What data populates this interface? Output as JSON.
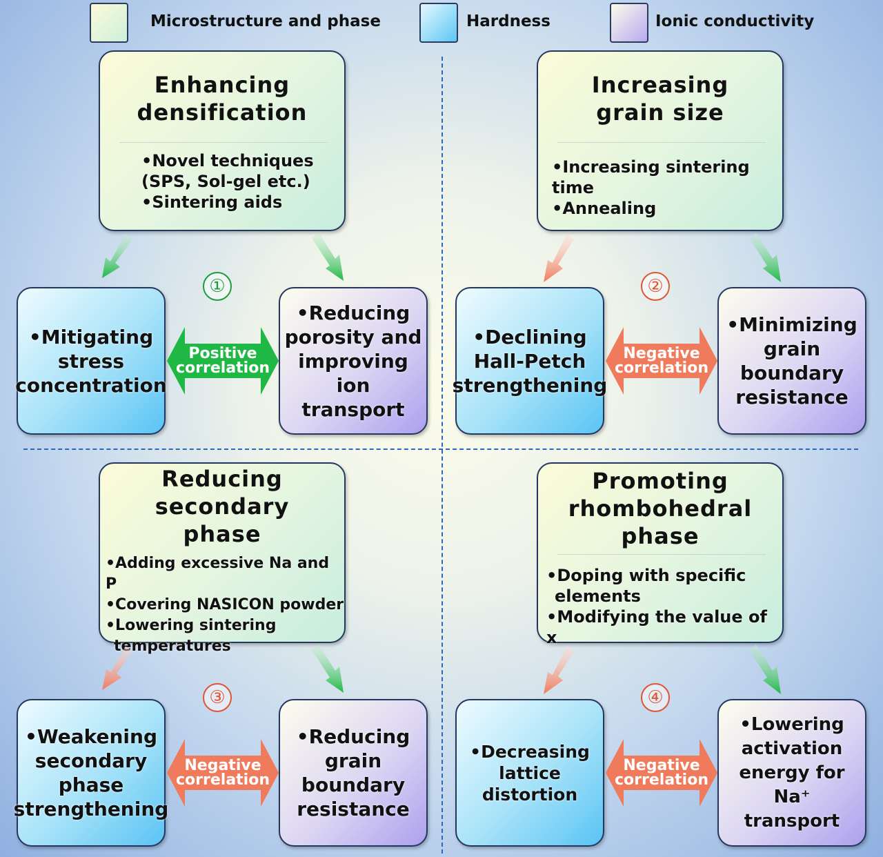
{
  "legend": [
    {
      "label": "Microstructure and phase"
    },
    {
      "label": "Hardness"
    },
    {
      "label": "Ionic conductivity"
    }
  ],
  "colors": {
    "positive_arrow": "#1fb845",
    "negative_arrow": "#f07a5c",
    "positive_number": "#1e9c3c",
    "negative_number": "#e05530",
    "divider": "#2b66b8"
  },
  "quadrants": [
    {
      "number": "①",
      "title": [
        "Enhancing",
        "densification"
      ],
      "bullets": [
        "•Novel techniques",
        "(SPS, Sol-gel etc.)",
        "•Sintering aids"
      ],
      "hardness_effect": [
        "•Mitigating",
        "stress",
        "concentration"
      ],
      "conductivity_effect": [
        "•Reducing",
        "porosity and",
        "improving ion",
        "transport"
      ],
      "correlation": [
        "Positive",
        "correlation"
      ]
    },
    {
      "number": "②",
      "title": [
        "Increasing",
        "grain size"
      ],
      "bullets": [
        "•Increasing sintering time",
        "•Annealing"
      ],
      "hardness_effect": [
        "•Declining",
        "Hall-Petch",
        "strengthening"
      ],
      "conductivity_effect": [
        "•Minimizing",
        "grain boundary",
        "resistance"
      ],
      "correlation": [
        "Negative",
        "correlation"
      ]
    },
    {
      "number": "③",
      "title": [
        "Reducing",
        "secondary",
        "phase"
      ],
      "bullets": [
        "•Adding excessive Na and P",
        "•Covering NASICON powder",
        "•Lowering sintering",
        "temperatures"
      ],
      "hardness_effect": [
        "•Weakening",
        "secondary",
        "phase",
        "strengthening"
      ],
      "conductivity_effect": [
        "•Reducing",
        "grain boundary",
        "resistance"
      ],
      "correlation": [
        "Negative",
        "correlation"
      ]
    },
    {
      "number": "④",
      "title": [
        "Promoting",
        "rhombohedral",
        "phase"
      ],
      "bullets": [
        "•Doping with specific",
        "elements",
        "•Modifying the value of x"
      ],
      "hardness_effect": [
        "•Decreasing",
        "lattice distortion"
      ],
      "conductivity_effect": [
        "•Lowering",
        "activation",
        "energy for Na⁺",
        "transport"
      ],
      "correlation": [
        "Negative",
        "correlation"
      ]
    }
  ]
}
